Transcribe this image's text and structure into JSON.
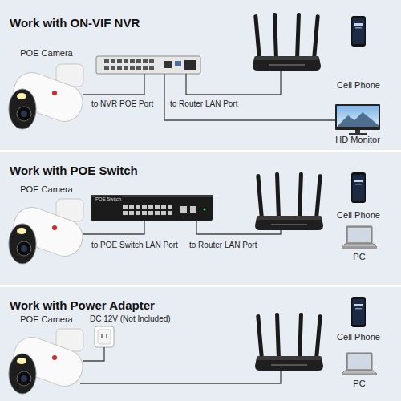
{
  "diagram": {
    "nodes": [
      {
        "text": [
          "Work with ON-VIF NVR"
        ]
      },
      {
        "text": [
          "POE Camera"
        ],
        "in": 0
      },
      {
        "text": [
          "Cell Phone"
        ],
        "in": 0
      },
      {
        "text": [
          "HD Monitor"
        ],
        "in": 0
      },
      {
        "text": [
          "Work with POE Switch"
        ]
      },
      {
        "text": [
          "POE Camera"
        ],
        "in": 4
      },
      {
        "text": [
          "Cell Phone"
        ],
        "in": 4
      },
      {
        "text": [
          "PC"
        ],
        "in": 4
      },
      {
        "text": [
          "Work with Power Adapter"
        ]
      },
      {
        "text": [
          "POE Camera"
        ],
        "in": 8
      },
      {
        "text": [
          "Cell Phone"
        ],
        "in": 8
      },
      {
        "text": [
          "PC"
        ],
        "in": 8
      }
    ],
    "labels": [
      "to NVR POE Port",
      "to Router LAN Port",
      "POE Switch",
      "to POE Switch LAN Port",
      "to Router LAN Port",
      "DC 12V (Not Included)"
    ]
  }
}
